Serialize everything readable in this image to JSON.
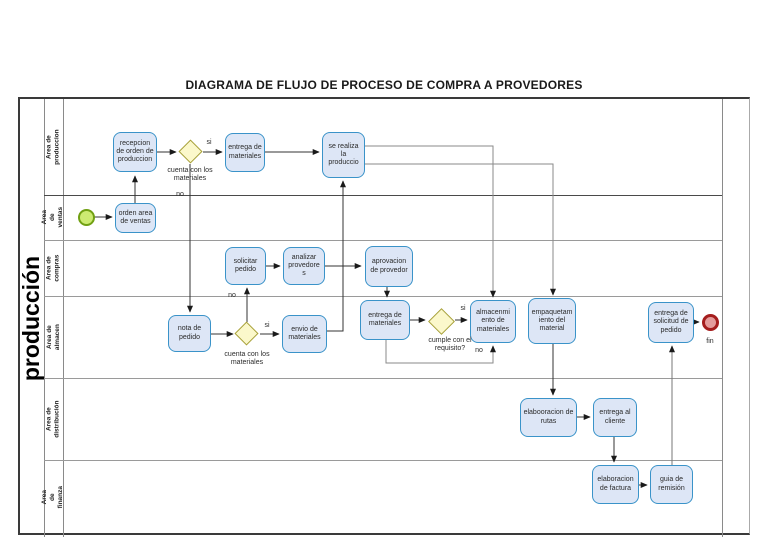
{
  "title": "DIAGRAMA DE FLUJO DE PROCESO DE COMPRA A PROVEDORES",
  "pool": {
    "label": "producción",
    "lanes": [
      {
        "label": "Area de produccion"
      },
      {
        "label": "Area de\nventas"
      },
      {
        "label": "Area de\ncompras"
      },
      {
        "label": "Area de almacen"
      },
      {
        "label": "Area de\ndistribución"
      },
      {
        "label": "Area de finanza"
      }
    ]
  },
  "nodes": {
    "recepcion": "recepcion de orden de produccion",
    "entrega_prod": "entrega de materiales",
    "se_realiza": "se realiza la produccio",
    "orden_ventas": "orden area de ventas",
    "solicitar": "solicitar pedido",
    "analizar": "analizar provedore s",
    "aprovacion": "aprovacion de provedor",
    "nota": "nota de pedido",
    "envio": "envio de materiales",
    "entrega_alm": "entrega de materiales",
    "almacenamiento": "almacenmi ento de materiales",
    "empaquetamiento": "empaquetam iento del material",
    "entrega_solicitud": "entrega de solicitud de pedido",
    "elaboracion_rutas": "elabooracion de rutas",
    "entrega_cliente": "entrega al cliente",
    "elaboracion_factura": "elaboracion de factura",
    "guia_remision": "guia de remisión"
  },
  "labels": {
    "gw1_question": "cuenta con los materiales",
    "gw1_yes": "si",
    "gw1_no": "no",
    "gw2_question": "cuenta con los materiales",
    "gw2_yes": "si",
    "gw2_no": "no",
    "gw3_question": "cumple con el requisito?",
    "gw3_yes": "si",
    "gw3_no": "no",
    "end_label": "fin"
  },
  "colors": {
    "task_fill": "#dde6f6",
    "task_border": "#3a93c9",
    "gateway_fill": "#fbf8cb",
    "gateway_border": "#a7a03a",
    "start_fill": "#cdeb72",
    "start_border": "#71a013",
    "end_fill": "#e49c9c",
    "end_border": "#a51d1d",
    "connector": "#333333",
    "connector_light": "#8a8a8a"
  }
}
